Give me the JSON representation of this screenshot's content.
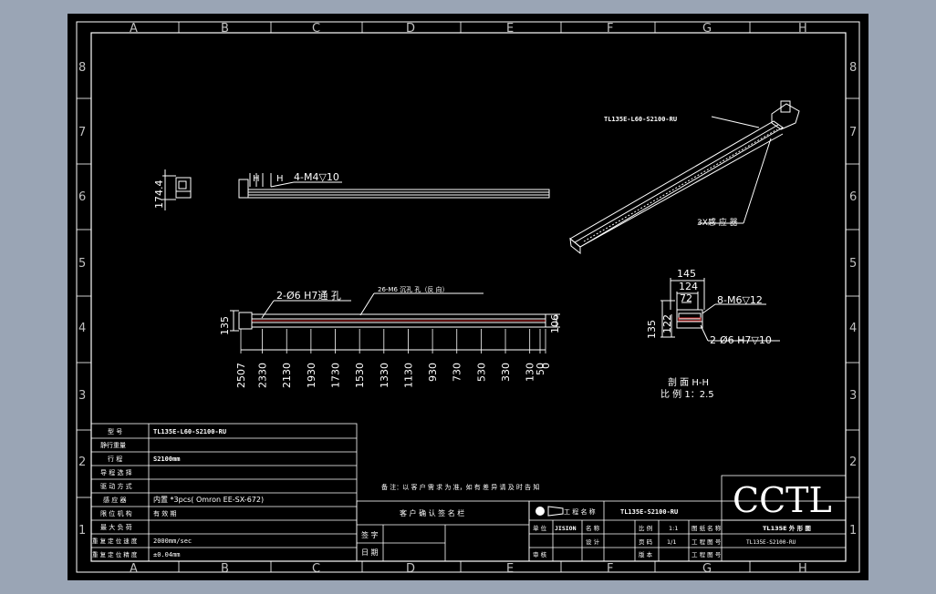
{
  "zone_columns": [
    "A",
    "B",
    "C",
    "D",
    "E",
    "F",
    "G",
    "H"
  ],
  "zone_rows": [
    "8",
    "7",
    "6",
    "5",
    "4",
    "3",
    "2",
    "1"
  ],
  "views": {
    "iso_callout_part": "TL135E-L60-S2100-RU",
    "iso_callout_sensor": "3X感 应 器",
    "top_label_H1": "H",
    "top_label_H2": "H",
    "top_callout_holes": "4-M4▽10",
    "side_dim_height": "174.4",
    "front_callout_left": "2-Ø6 H7通 孔",
    "front_callout_slots": "26-M6 沉孔 孔（反 向）",
    "front_dim_left": "135",
    "front_dim_right": "106",
    "front_bottom_dims": [
      "2507",
      "2330",
      "2130",
      "1930",
      "1730",
      "1530",
      "1330",
      "1130",
      "930",
      "730",
      "530",
      "330",
      "130",
      "50",
      "0"
    ],
    "section_dims_top": [
      "145",
      "124",
      "72"
    ],
    "section_dims_left": [
      "135",
      "122"
    ],
    "section_callout_m6": "8-M6▽12",
    "section_callout_pin": "2-Ø6 H7▽10",
    "section_title": "剖 面 H-H",
    "section_scale": "比 例 1：2.5"
  },
  "spec_table": [
    {
      "label": "型 号",
      "value": "TL135E-L60-S2100-RU"
    },
    {
      "label": "静行重量",
      "value": ""
    },
    {
      "label": "行 程",
      "value": "S2100mm"
    },
    {
      "label": "导 程 选 择",
      "value": ""
    },
    {
      "label": "驱 动 方 式",
      "value": ""
    },
    {
      "label": "感 应 器",
      "value": "内置 *3pcs( Omron EE-SX-672)"
    },
    {
      "label": "限 位 机 构",
      "value": "有 效 期"
    },
    {
      "label": "最 大 负 荷",
      "value": ""
    },
    {
      "label": "重 复 定 位 速 度",
      "value": "2000mm/sec"
    },
    {
      "label": "重 复 定 位 精 度",
      "value": "±0.04mm"
    }
  ],
  "note": "备 注：以 客 户 需 求 为 准，如 有 差 异 请 及 时 告 知",
  "approval_title": "客 户 确 认 签 名 栏",
  "approval_rows": [
    "签 字",
    "日 期"
  ],
  "title_block": {
    "logo": "CCTL",
    "part_label": "工 程 名 称",
    "part_value": "TL135E-S2100-RU",
    "row_a": [
      "单 位",
      "JISION",
      "名 称",
      "",
      "比 例",
      "1:1",
      "图 纸 名 称",
      "TL135E 外 形 图"
    ],
    "row_b": [
      "",
      "",
      "设 计",
      "",
      "页 码",
      "1/1",
      "工 程 图 号",
      "TL135E-S2100-RU"
    ],
    "row_c": [
      "审 核",
      "",
      "",
      "",
      "版 本",
      "",
      "工 程 图 号",
      ""
    ],
    "drawing_name": "TL135E 外 形 图",
    "drawing_number": "TL135E-S2100-RU"
  },
  "colors": {
    "frame_bg": "#000000",
    "line": "#ffffff",
    "outer_bg": "#9aa5b5",
    "accent_red": "#ff3030",
    "zone_text": "#bfbfbf"
  }
}
